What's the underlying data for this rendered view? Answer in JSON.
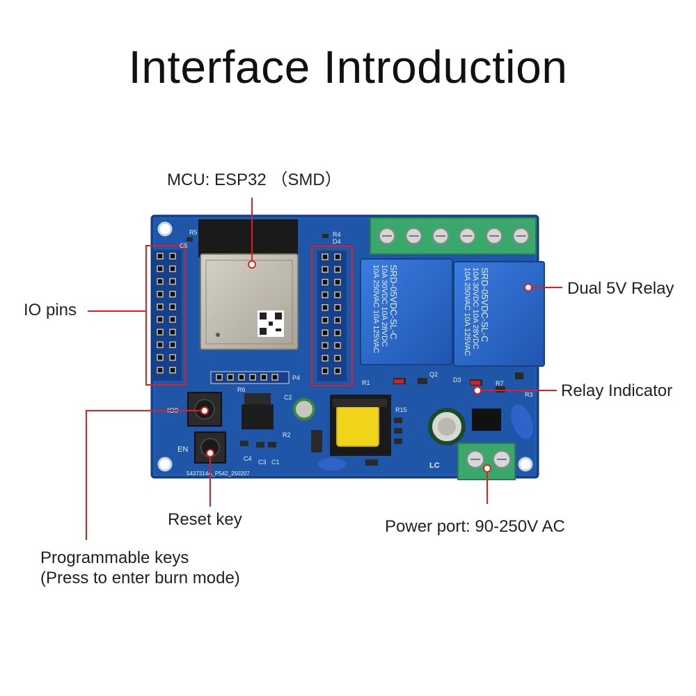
{
  "title": "Interface Introduction",
  "labels": {
    "mcu": "MCU:  ESP32 （SMD）",
    "io_pins": "IO pins",
    "dual_relay": "Dual 5V Relay",
    "relay_indicator": "Relay Indicator",
    "reset_key": "Reset key",
    "power_port": "Power port: 90-250V AC",
    "programmable_keys_line1": "Programmable keys",
    "programmable_keys_line2": "(Press to enter burn mode)"
  },
  "board_markings": {
    "relay_text_line1": "SRD-05VDC-SL-C",
    "relay_text_line2": "10A 250VAC 10A 125VAC",
    "relay_text_line3": "10A 30VDC 10A 28VDC",
    "button_io0": "IO0",
    "button_en": "EN",
    "connector_p4": "P4",
    "silk_lc": "LC",
    "pcb_code": "5437314A_P542_250207",
    "ref_r5": "R5",
    "ref_c5": "C5",
    "ref_r4": "R4",
    "ref_d4": "D4",
    "ref_r6": "R6",
    "ref_c2": "C2",
    "ref_c4": "C4",
    "ref_c3": "C3",
    "ref_c1": "C1",
    "ref_r2": "R2",
    "ref_r1": "R1",
    "ref_d3": "D3",
    "ref_r7": "R7",
    "ref_r3": "R3",
    "ref_q2": "Q2",
    "ref_r15": "R15"
  },
  "colors": {
    "pcb": "#1f56a8",
    "pcb_edge": "#123d80",
    "relay": "#2f6fd1",
    "terminal": "#3aa86b",
    "callout_line": "#e02020",
    "module": "#c9c4b8"
  }
}
